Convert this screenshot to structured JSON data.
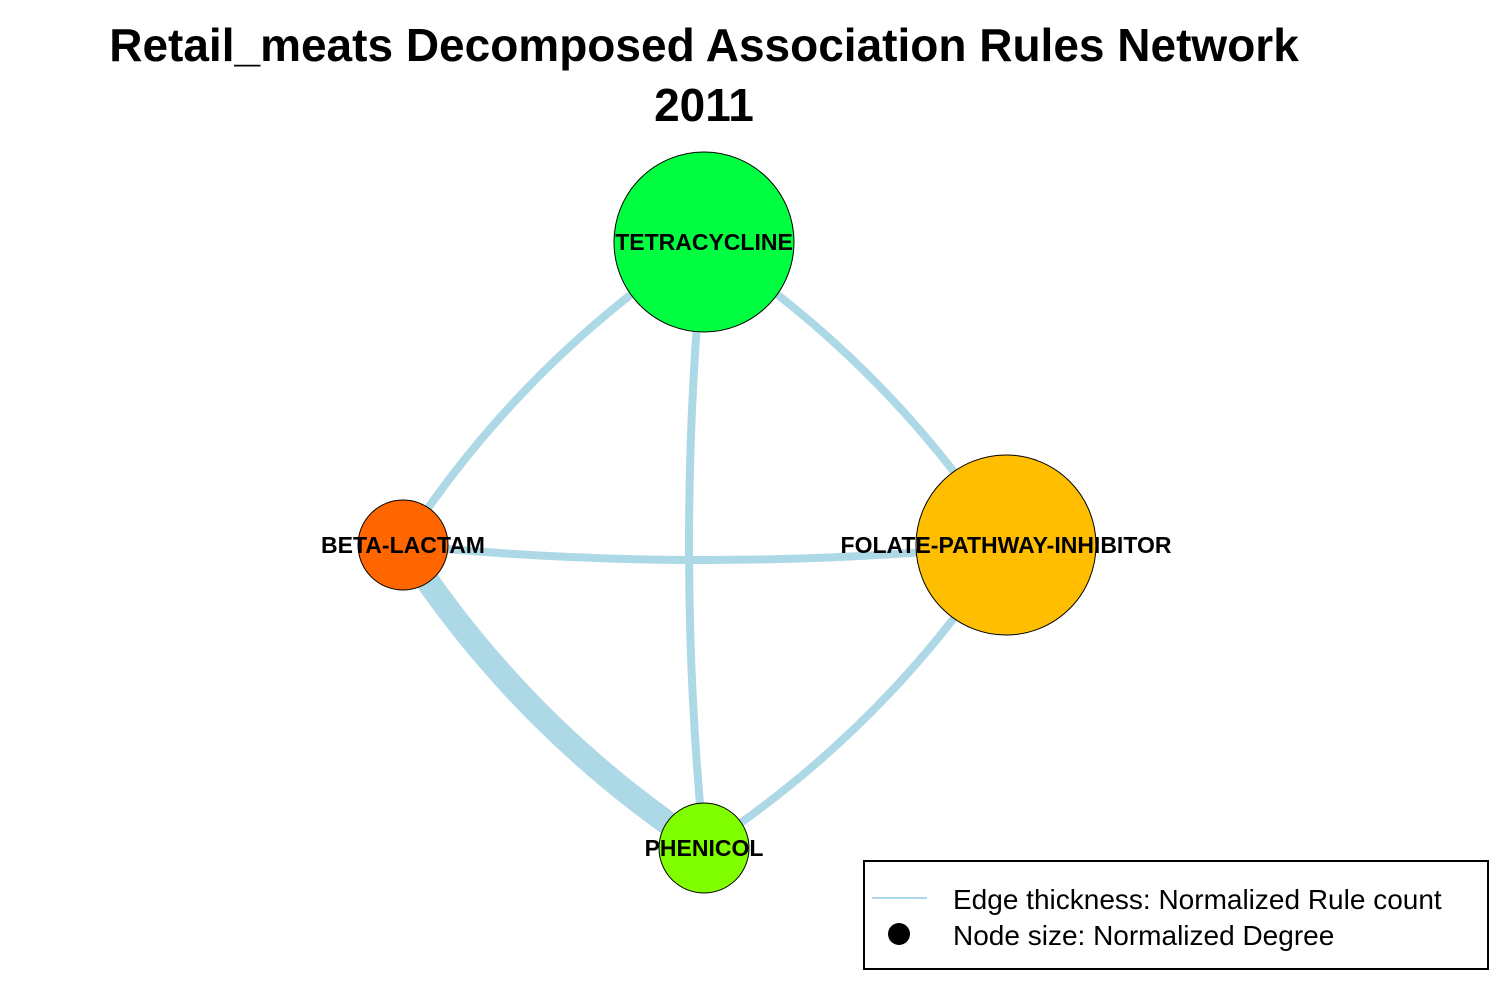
{
  "title": {
    "line1": "Retail_meats Decomposed Association Rules Network",
    "line2": "2011"
  },
  "network": {
    "nodes": [
      {
        "id": "tetracycline",
        "label": "TETRACYCLINE",
        "color": "#00FF40",
        "size": 1.0
      },
      {
        "id": "beta-lactam",
        "label": "BETA-LACTAM",
        "color": "#FF6600",
        "size": 0.5
      },
      {
        "id": "folate",
        "label": "FOLATE-PATHWAY-INHIBITOR",
        "color": "#FFBF00",
        "size": 1.0
      },
      {
        "id": "phenicol",
        "label": "PHENICOL",
        "color": "#80FF00",
        "size": 0.5
      }
    ],
    "edges": [
      {
        "from": "tetracycline",
        "to": "beta-lactam",
        "weight": 1
      },
      {
        "from": "tetracycline",
        "to": "folate",
        "weight": 1
      },
      {
        "from": "tetracycline",
        "to": "phenicol",
        "weight": 1
      },
      {
        "from": "beta-lactam",
        "to": "folate",
        "weight": 1
      },
      {
        "from": "beta-lactam",
        "to": "phenicol",
        "weight": 3
      },
      {
        "from": "folate",
        "to": "phenicol",
        "weight": 1
      }
    ],
    "edge_color": "#ADD8E6"
  },
  "legend": {
    "edge_label": "Edge thickness: Normalized Rule count",
    "node_label": "Node size: Normalized Degree"
  }
}
